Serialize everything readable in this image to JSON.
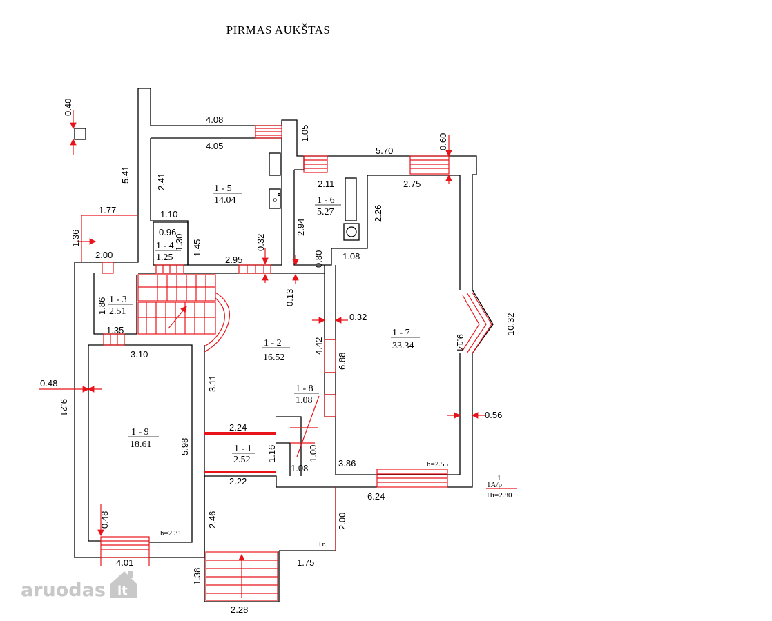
{
  "title": "PIRMAS AUKŠTAS",
  "rooms": [
    {
      "id": "1 - 1",
      "area": "2.52"
    },
    {
      "id": "1 - 2",
      "area": "16.52"
    },
    {
      "id": "1 - 3",
      "area": "2.51"
    },
    {
      "id": "1 - 4",
      "area": "1.25"
    },
    {
      "id": "1 - 5",
      "area": "14.04"
    },
    {
      "id": "1 - 6",
      "area": "5.27"
    },
    {
      "id": "1 - 7",
      "area": "33.34"
    },
    {
      "id": "1 - 8",
      "area": "1.08"
    },
    {
      "id": "1 - 9",
      "area": "18.61"
    }
  ],
  "dimensions": [
    "0.40",
    "4.08",
    "4.05",
    "1.05",
    "5.70",
    "0.60",
    "2.75",
    "2.11",
    "2.26",
    "5.41",
    "2.41",
    "1.77",
    "1.36",
    "2.00",
    "1.10",
    "0.96",
    "1.30",
    "1.45",
    "0.32",
    "2.95",
    "0.80",
    "1.08",
    "0.13",
    "2.94",
    "1.86",
    "1.35",
    "0.32",
    "3.10",
    "3.11",
    "4.42",
    "6.88",
    "10.32",
    "9.14",
    "0.48",
    "9.21",
    "5.98",
    "2.24",
    "1.16",
    "1.00",
    "1.08",
    "2.22",
    "3.86",
    "0.56",
    "6.24",
    "2.46",
    "2.00",
    "0.48",
    "4.01",
    "1.75",
    "1.38",
    "2.28"
  ],
  "heights": {
    "room_7": "h=2.55",
    "room_9": "h=2.31"
  },
  "notes": {
    "floor_code_top": "1",
    "floor_code": "1A/p",
    "hi": "Hi=2.80",
    "tr": "Tr."
  },
  "watermark": {
    "text": "aruodas",
    "suffix": "lt"
  }
}
